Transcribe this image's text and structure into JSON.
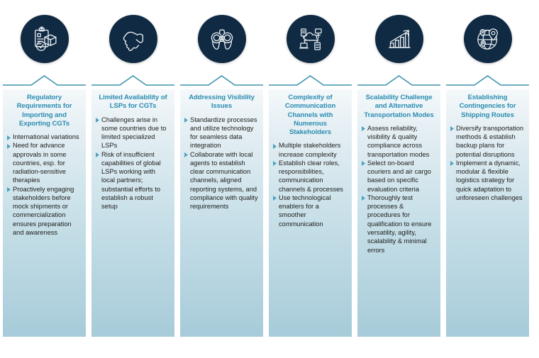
{
  "theme": {
    "icon_circle_color": "#102a43",
    "title_color": "#2b8cb0",
    "bullet_marker_color": "#4ba3c3",
    "panel_top_color": "#f4f8fa",
    "panel_bottom_color": "#a7cbd9",
    "body_text_color": "#1d1d1b",
    "background": "#ffffff"
  },
  "columns": [
    {
      "icon": "clipboard-package-check-icon",
      "title": "Regulatory Requirements for Importing and Exporting CGTs",
      "bullets": [
        "International variations",
        "Need for advance approvals in some countries, esp. for radiation-sensitive therapies",
        "Proactively engaging stakeholders before mock shipments or commercialization ensures preparation and awareness"
      ]
    },
    {
      "icon": "handshake-icon",
      "title": "Limited Availability of LSPs for CGTs",
      "bullets": [
        "Challenges arise in some countries due to limited specialized LSPs",
        "Risk of insufficient capabilities of global LSPs working with local partners; substantial efforts to establish a robust setup"
      ]
    },
    {
      "icon": "binoculars-icon",
      "title": "Addressing Visibility Issues",
      "bullets": [
        "Standardize processes and utilize technology for seamless data integration",
        "Collaborate with local agents to establish clear communication channels, aligned reporting systems, and compliance with quality requirements"
      ]
    },
    {
      "icon": "cloud-network-icon",
      "title": "Complexity of Communication Channels with Numerous Stakeholders",
      "bullets": [
        "Multiple stakeholders increase complexity",
        "Establish clear roles, responsibilities, communication channels & processes",
        "Use technological enablers for a smoother communication"
      ]
    },
    {
      "icon": "growth-bar-chart-icon",
      "title": "Scalability Challenge and Alternative Transportation Modes",
      "bullets": [
        "Assess reliability, visibility & quality compliance across transportation modes",
        "Select on-board couriers and air cargo based on specific evaluation criteria",
        "Thoroughly test processes & procedures for qualification to ensure versatility, agility, scalability & minimal errors"
      ]
    },
    {
      "icon": "globe-location-pins-icon",
      "title": "Establishing Contingencies for Shipping Routes",
      "bullets": [
        "Diversify transportation methods & establish backup plans for potential disruptions",
        "Implement a dynamic, modular & flexible logistics strategy for quick adaptation to unforeseen challenges"
      ]
    }
  ]
}
